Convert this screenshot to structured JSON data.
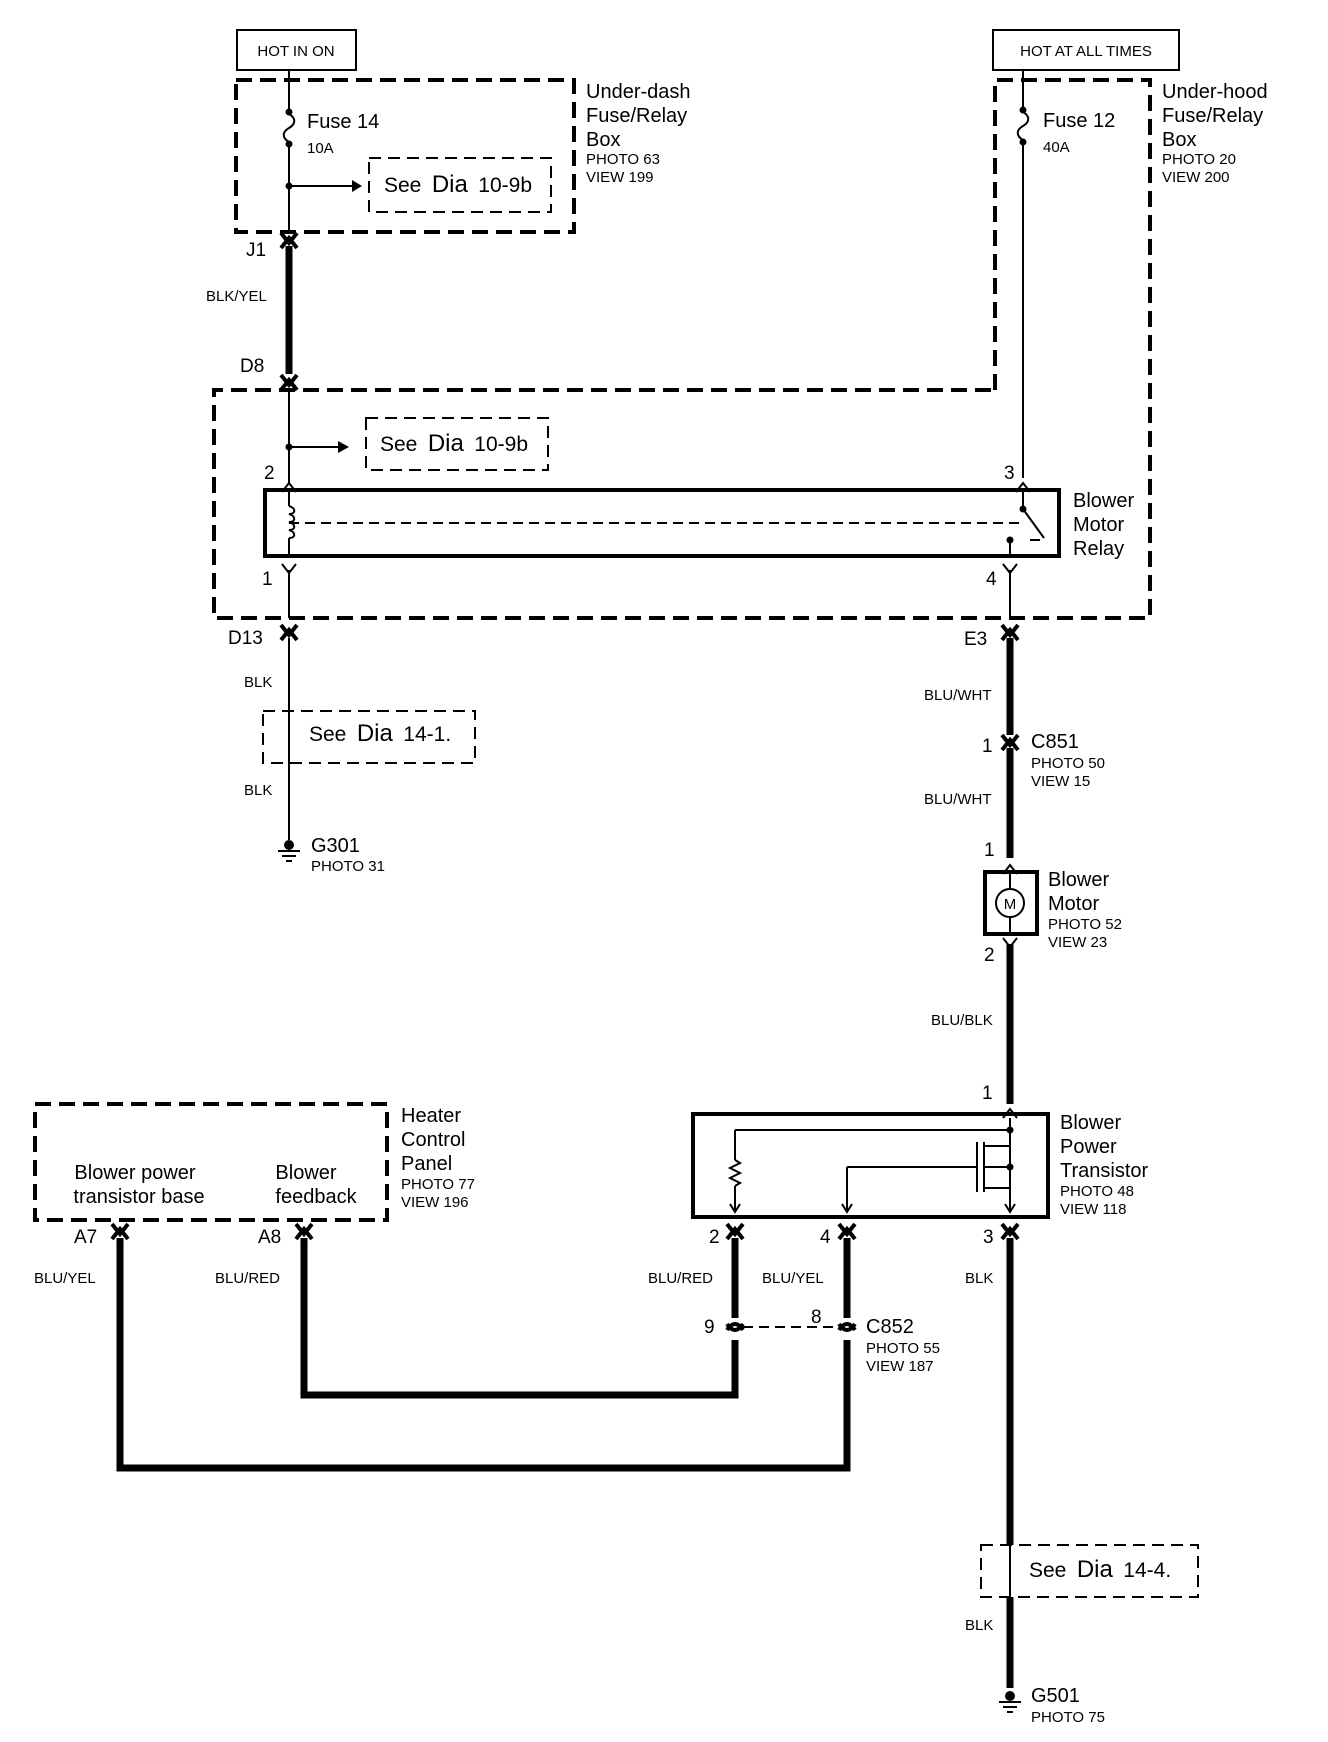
{
  "sources": {
    "hot_in_on": "HOT IN ON",
    "hot_at_all_times": "HOT AT ALL TIMES"
  },
  "under_dash_box": {
    "name_lines": [
      "Under-dash",
      "Fuse/Relay",
      "Box"
    ],
    "photo": "PHOTO 63",
    "view": "VIEW 199",
    "fuse_name": "Fuse 14",
    "fuse_rating": "10A",
    "see_ref": {
      "prefix": "See",
      "dia": "Dia",
      "number": "10-9b"
    }
  },
  "under_hood_box": {
    "name_lines": [
      "Under-hood",
      "Fuse/Relay",
      "Box"
    ],
    "photo": "PHOTO 20",
    "view": "VIEW 200",
    "fuse_name": "Fuse 12",
    "fuse_rating": "40A",
    "see_ref": {
      "prefix": "See",
      "dia": "Dia",
      "number": "10-9b"
    }
  },
  "relay": {
    "name_lines": [
      "Blower",
      "Motor",
      "Relay"
    ],
    "pins": {
      "p1": "1",
      "p2": "2",
      "p3": "3",
      "p4": "4"
    }
  },
  "terminals": {
    "j1": "J1",
    "d8": "D8",
    "d13": "D13",
    "e3": "E3",
    "a7": "A7",
    "a8": "A8"
  },
  "wires": {
    "blk_yel": "BLK/YEL",
    "blk_1": "BLK",
    "blk_2": "BLK",
    "blu_wht_1": "BLU/WHT",
    "blu_wht_2": "BLU/WHT",
    "blu_blk": "BLU/BLK",
    "blk_3": "BLK",
    "blk_4": "BLK",
    "blu_yel_left": "BLU/YEL",
    "blu_red_left": "BLU/RED",
    "blu_red_mid": "BLU/RED",
    "blu_yel_mid": "BLU/YEL"
  },
  "see_refs": {
    "dia_14_1": {
      "prefix": "See",
      "dia": "Dia",
      "number": "14-1."
    },
    "dia_14_4": {
      "prefix": "See",
      "dia": "Dia",
      "number": "14-4."
    }
  },
  "grounds": {
    "g301": {
      "name": "G301",
      "photo": "PHOTO 31"
    },
    "g501": {
      "name": "G501",
      "photo": "PHOTO 75"
    }
  },
  "c851": {
    "name": "C851",
    "photo": "PHOTO 50",
    "view": "VIEW 15",
    "pin": "1"
  },
  "blower_motor": {
    "name_lines": [
      "Blower",
      "Motor"
    ],
    "photo": "PHOTO 52",
    "view": "VIEW 23",
    "symbol": "M",
    "pin_top": "1",
    "pin_bottom": "2"
  },
  "blower_power_transistor": {
    "name_lines": [
      "Blower",
      "Power",
      "Transistor"
    ],
    "photo": "PHOTO 48",
    "view": "VIEW 118",
    "pin_top": "1",
    "pin_2": "2",
    "pin_4": "4",
    "pin_3": "3"
  },
  "heater_control_panel": {
    "name_lines": [
      "Heater",
      "Control",
      "Panel"
    ],
    "photo": "PHOTO 77",
    "view": "VIEW 196",
    "term_base_lines": [
      "Blower power",
      "transistor base"
    ],
    "term_feedback_lines": [
      "Blower",
      "feedback"
    ]
  },
  "c852": {
    "name": "C852",
    "photo": "PHOTO 55",
    "view": "VIEW 187",
    "pin_9": "9",
    "pin_8": "8"
  }
}
